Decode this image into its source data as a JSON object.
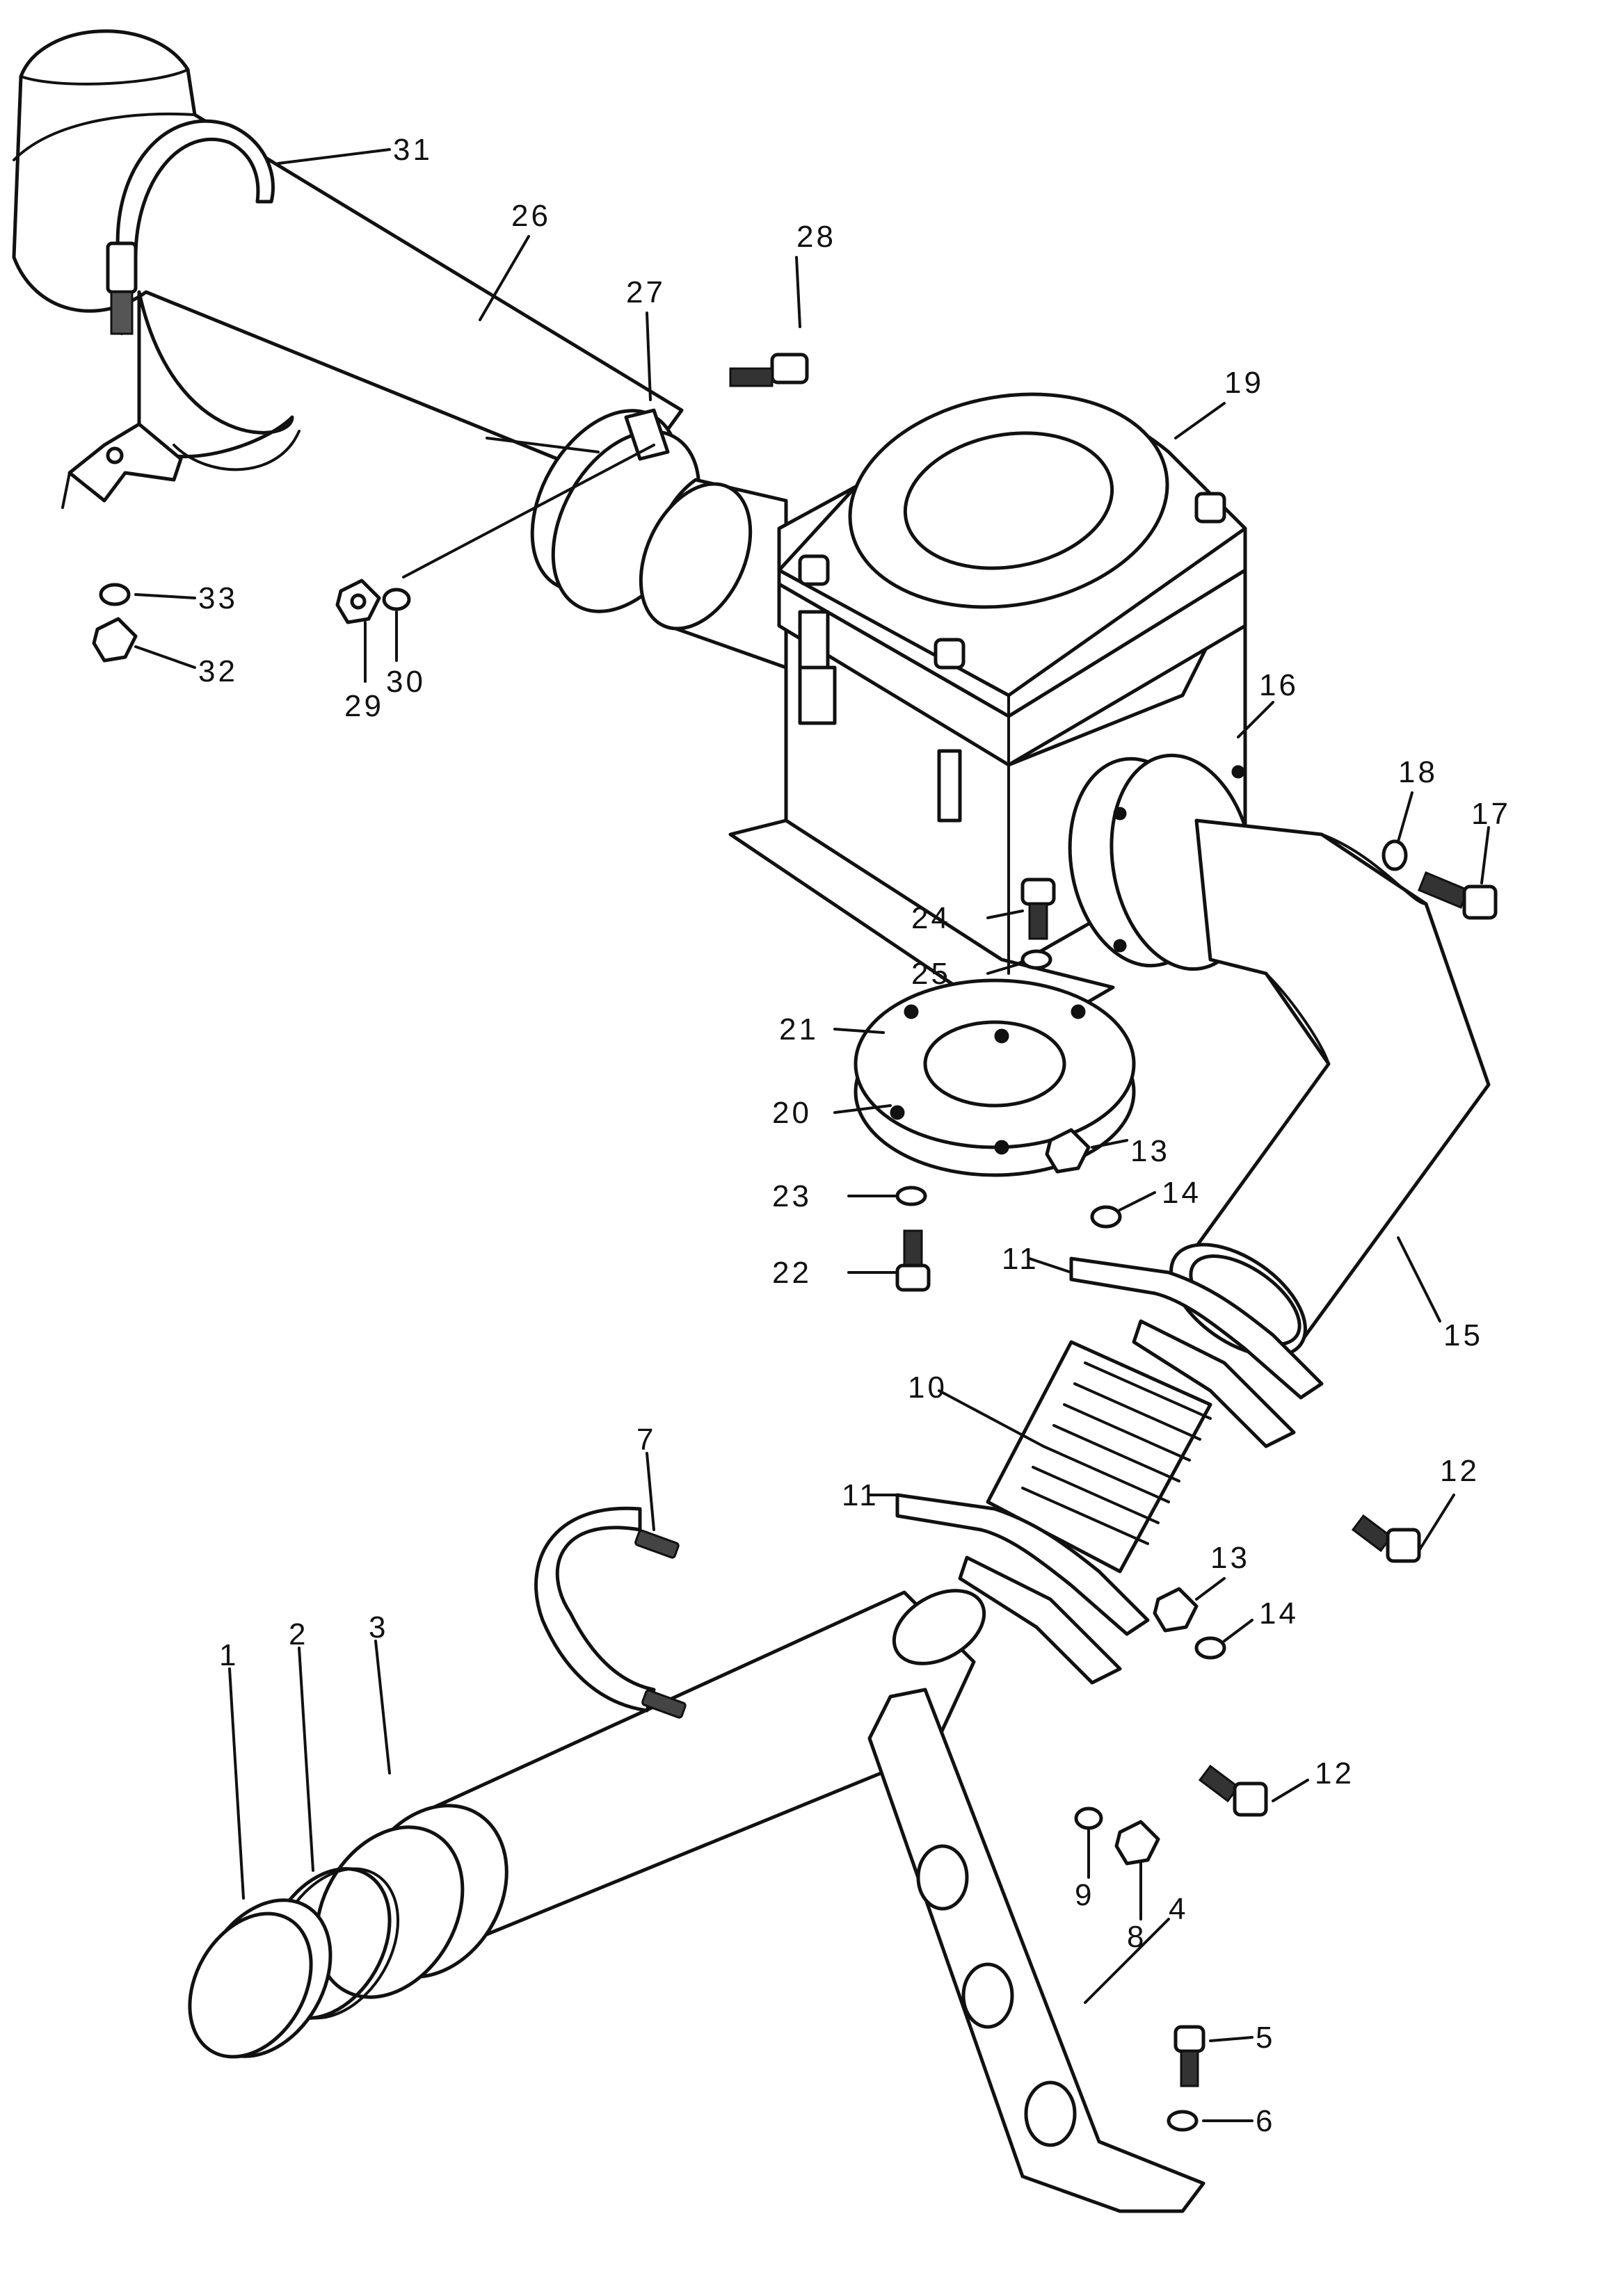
{
  "callouts": [
    {
      "id": "c1",
      "text": "1"
    },
    {
      "id": "c2",
      "text": "2"
    },
    {
      "id": "c3",
      "text": "3"
    },
    {
      "id": "c4",
      "text": "4"
    },
    {
      "id": "c5",
      "text": "5"
    },
    {
      "id": "c6",
      "text": "6"
    },
    {
      "id": "c7",
      "text": "7"
    },
    {
      "id": "c8",
      "text": "8"
    },
    {
      "id": "c9",
      "text": "9"
    },
    {
      "id": "c10",
      "text": "10"
    },
    {
      "id": "c11a",
      "text": "11"
    },
    {
      "id": "c11b",
      "text": "11"
    },
    {
      "id": "c12a",
      "text": "12"
    },
    {
      "id": "c12b",
      "text": "12"
    },
    {
      "id": "c13a",
      "text": "13"
    },
    {
      "id": "c13b",
      "text": "13"
    },
    {
      "id": "c14a",
      "text": "14"
    },
    {
      "id": "c14b",
      "text": "14"
    },
    {
      "id": "c15",
      "text": "15"
    },
    {
      "id": "c16",
      "text": "16"
    },
    {
      "id": "c17",
      "text": "17"
    },
    {
      "id": "c18",
      "text": "18"
    },
    {
      "id": "c19",
      "text": "19"
    },
    {
      "id": "c20",
      "text": "20"
    },
    {
      "id": "c21",
      "text": "21"
    },
    {
      "id": "c22",
      "text": "22"
    },
    {
      "id": "c23",
      "text": "23"
    },
    {
      "id": "c24",
      "text": "24"
    },
    {
      "id": "c25",
      "text": "25"
    },
    {
      "id": "c26",
      "text": "26"
    },
    {
      "id": "c27",
      "text": "27"
    },
    {
      "id": "c28",
      "text": "28"
    },
    {
      "id": "c29",
      "text": "29"
    },
    {
      "id": "c30",
      "text": "30"
    },
    {
      "id": "c31",
      "text": "31"
    },
    {
      "id": "c32",
      "text": "32"
    },
    {
      "id": "c33",
      "text": "33"
    }
  ]
}
